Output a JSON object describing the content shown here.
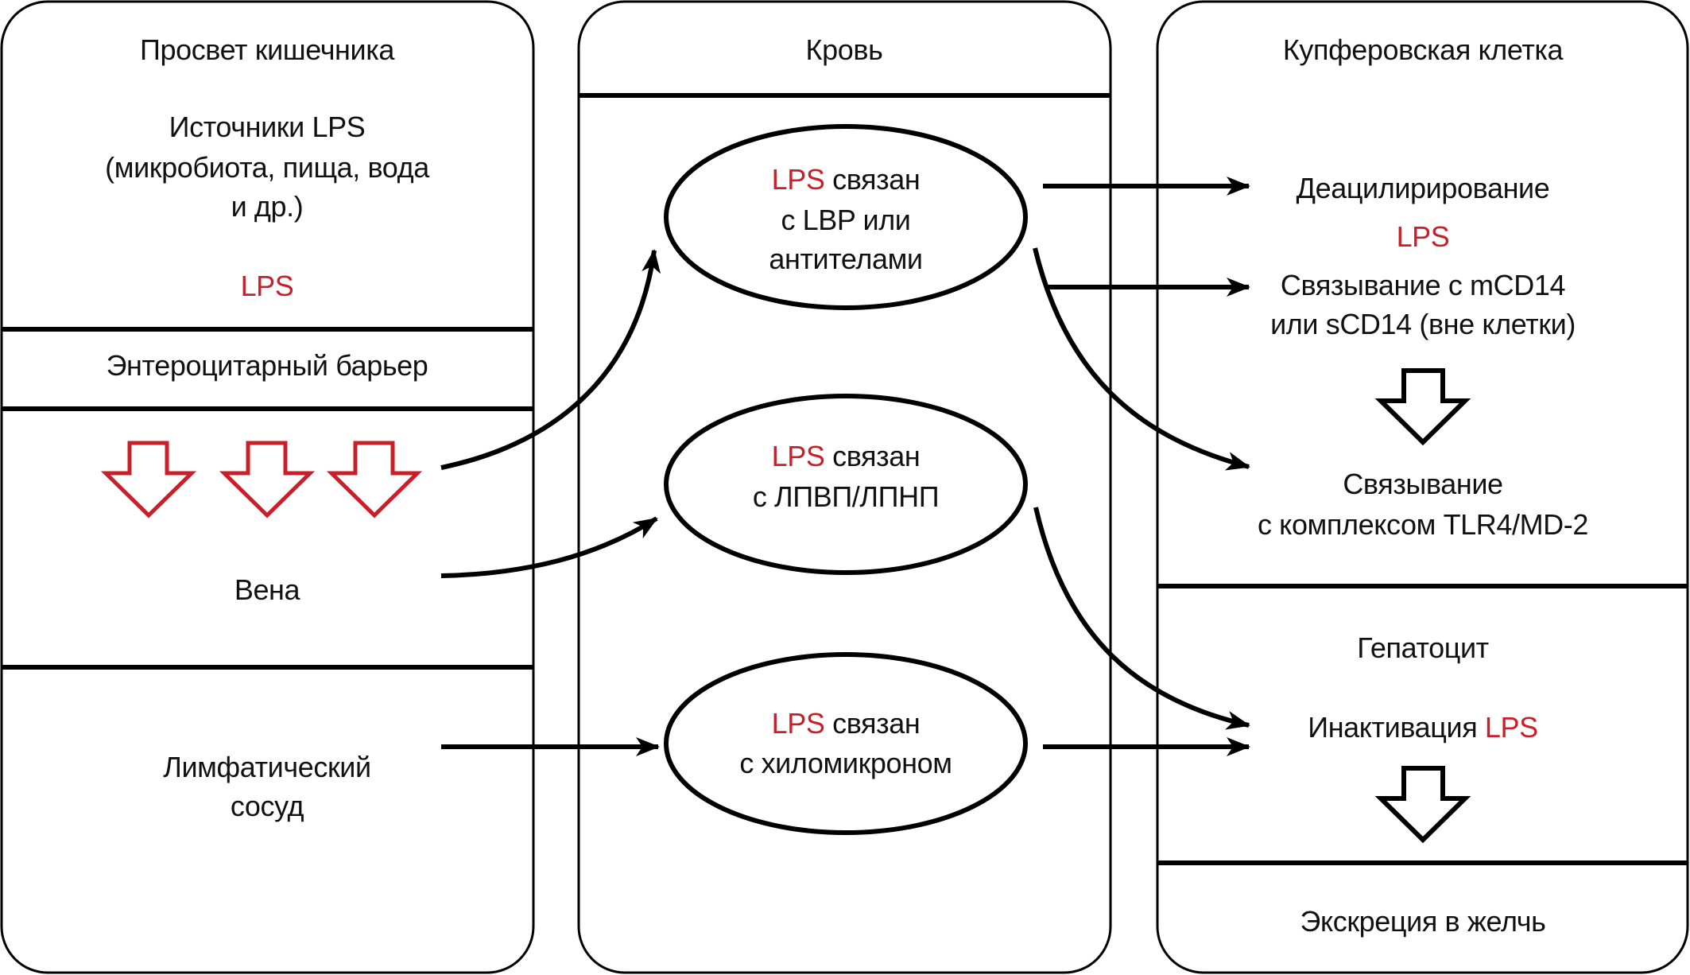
{
  "colors": {
    "accent_red": "#c8202a",
    "line": "#000000",
    "background": "#ffffff"
  },
  "left_panel": {
    "title": "Просвет кишечника",
    "sources": [
      "Источники LPS",
      "(микробиота, пища, вода",
      "и др.)"
    ],
    "lps_label": "LPS",
    "barrier": "Энтероцитарный барьер",
    "vein": "Вена",
    "lymph": [
      "Лимфатический",
      "сосуд"
    ]
  },
  "middle_panel": {
    "title": "Кровь",
    "ellipses": [
      {
        "lps": "LPS",
        "first_rest": " связан",
        "lines": [
          "с LBP или",
          "антителами"
        ]
      },
      {
        "lps": "LPS",
        "first_rest": " связан",
        "lines": [
          "с ЛПВП/ЛПНП"
        ]
      },
      {
        "lps": "LPS",
        "first_rest": " связан",
        "lines": [
          "с хиломикроном"
        ]
      }
    ]
  },
  "right_panel": {
    "title": "Купферовская клетка",
    "deacylation": "Деацилирирование",
    "lps_label": "LPS",
    "cd14": [
      "Связывание с mCD14",
      "или sCD14 (вне клетки)"
    ],
    "tlr4": [
      "Связывание",
      "с комплексом TLR4/MD-2"
    ],
    "hepatocyte_title": "Гепатоцит",
    "inactivation": "Инактивация ",
    "inactivation_lps": "LPS",
    "excretion": "Экскреция в желчь"
  },
  "icons": {
    "red_down_arrows": [
      "arrow-down-outline-icon",
      "arrow-down-outline-icon",
      "arrow-down-outline-icon"
    ],
    "black_down_arrows": [
      "arrow-down-outline-icon",
      "arrow-down-outline-icon"
    ]
  }
}
